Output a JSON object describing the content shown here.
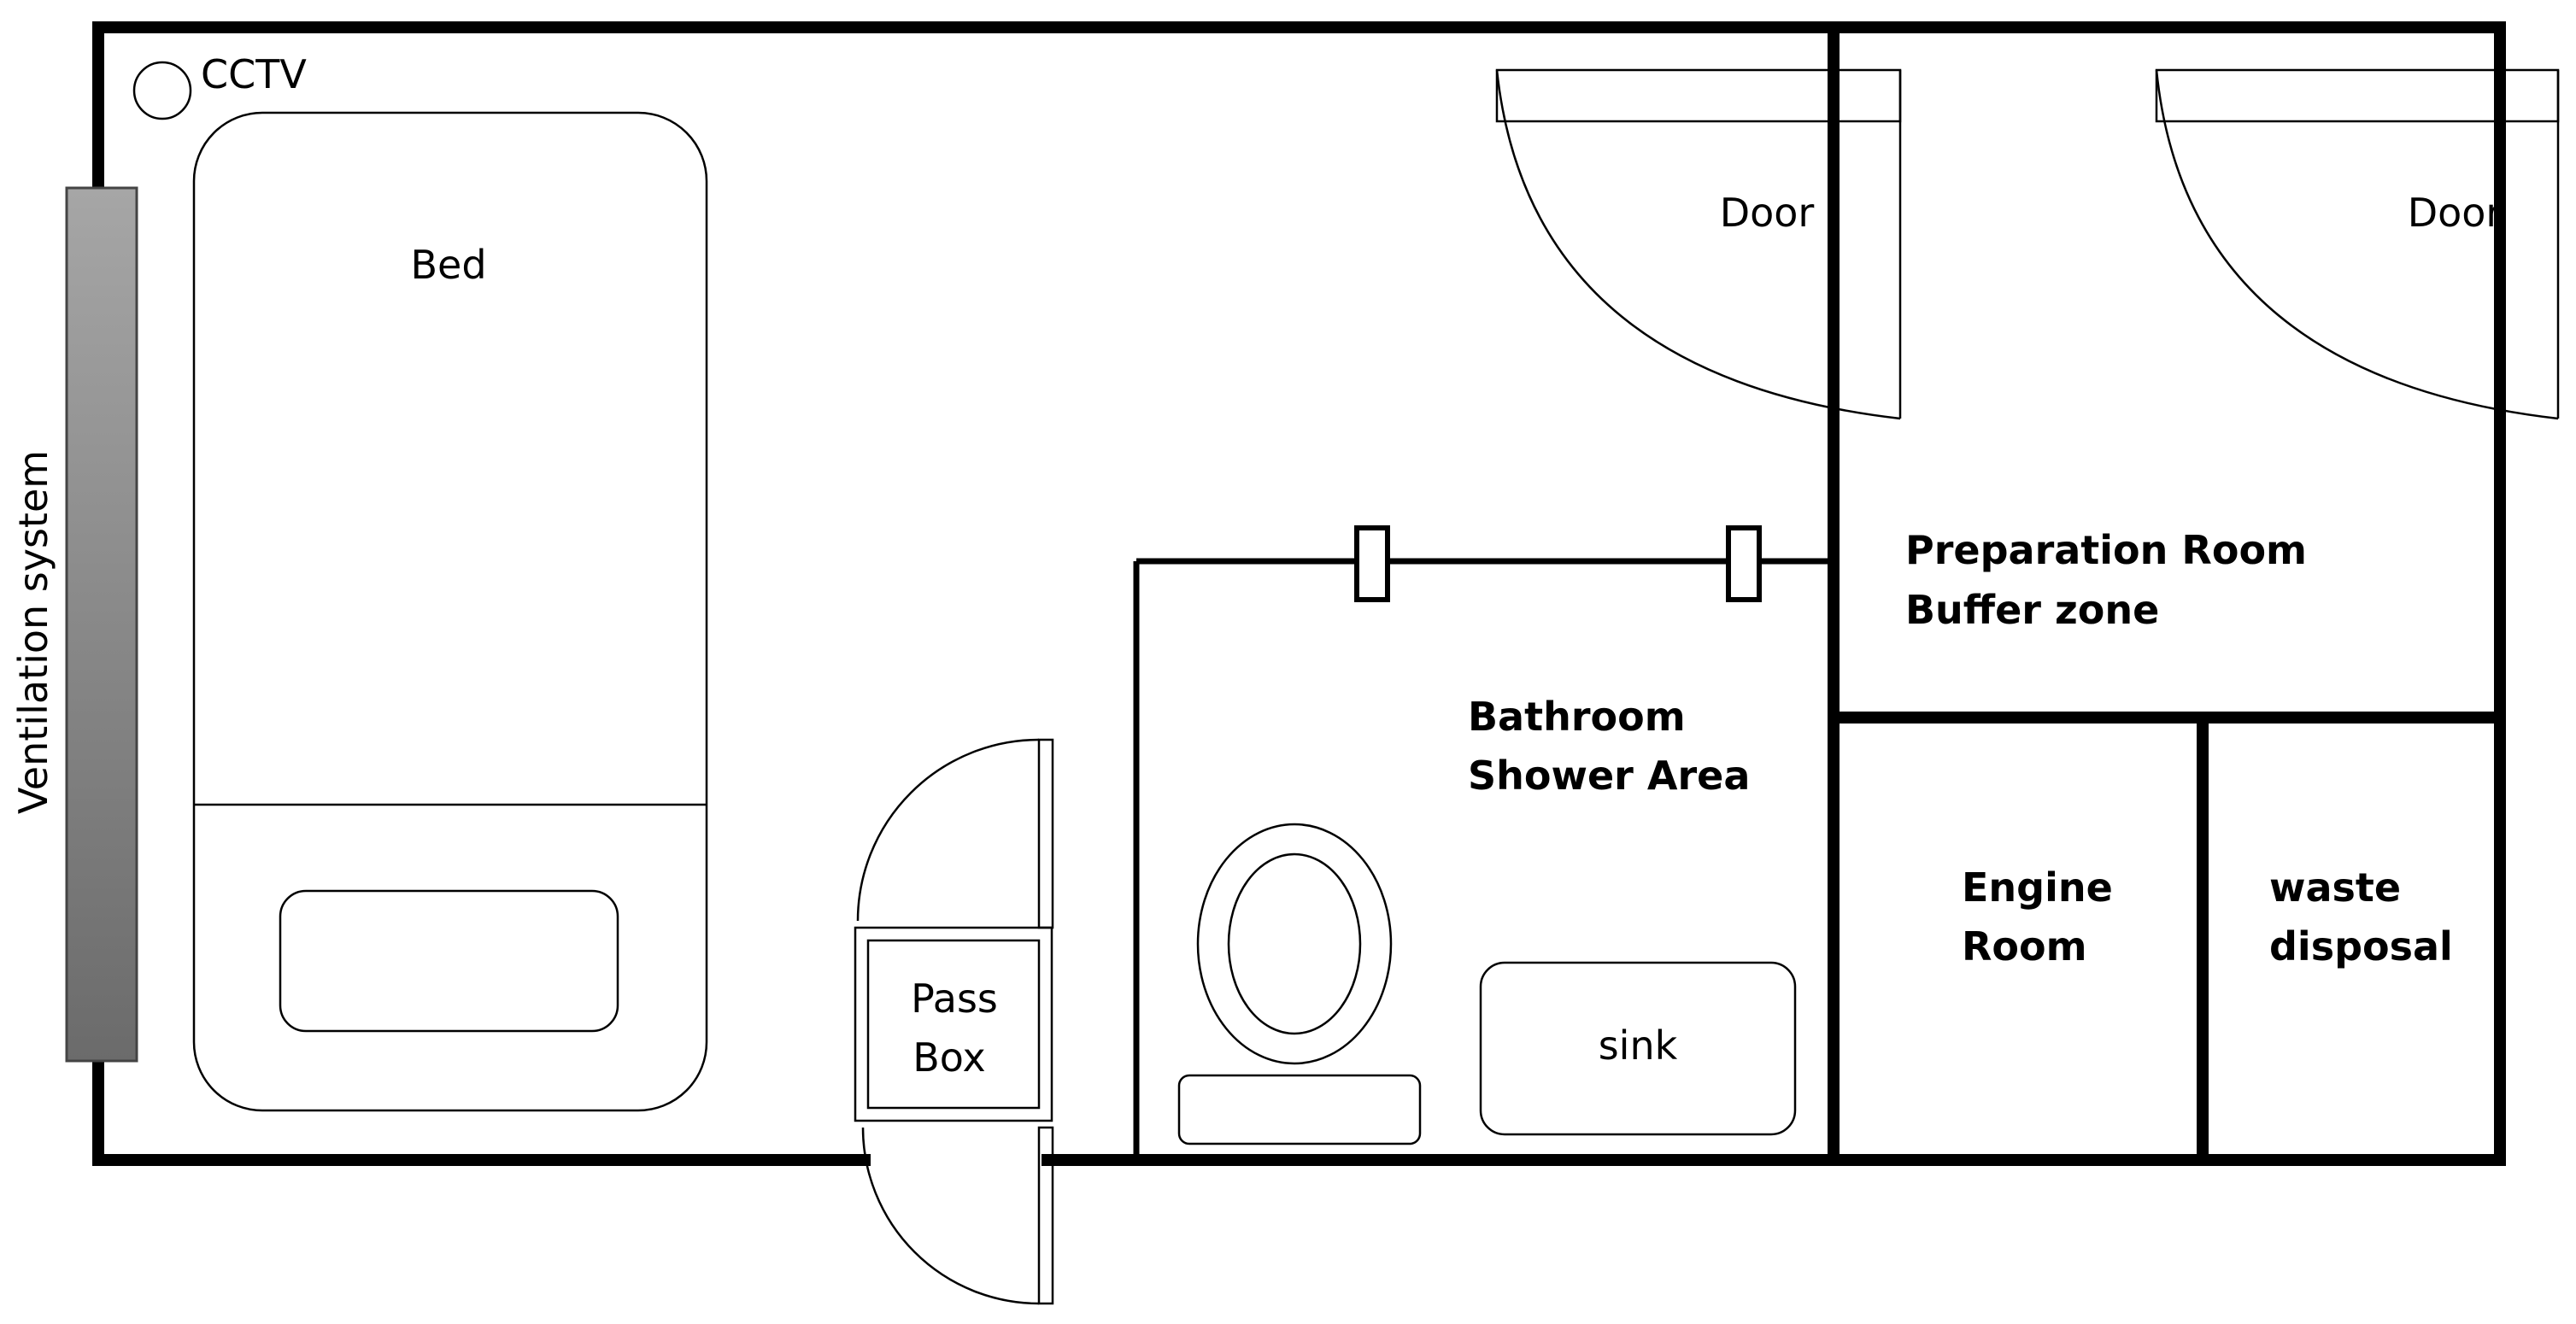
{
  "labels": {
    "cctv": "CCTV",
    "bed": "Bed",
    "ventilation": "Ventilation system",
    "door_left": "Door",
    "door_right": "Door",
    "prep_line1": "Preparation Room",
    "prep_line2": "Buffer zone",
    "bath_line1": "Bathroom",
    "bath_line2": "Shower Area",
    "engine_line1": "Engine",
    "engine_line2": "Room",
    "waste_line1": "waste",
    "waste_line2": "disposal",
    "pass_line1": "Pass",
    "pass_line2": "Box",
    "sink": "sink"
  },
  "colors": {
    "wall": "#000000",
    "ventilation_light": "#a6a6a6",
    "ventilation_dark": "#6b6b6b",
    "background": "#ffffff"
  }
}
